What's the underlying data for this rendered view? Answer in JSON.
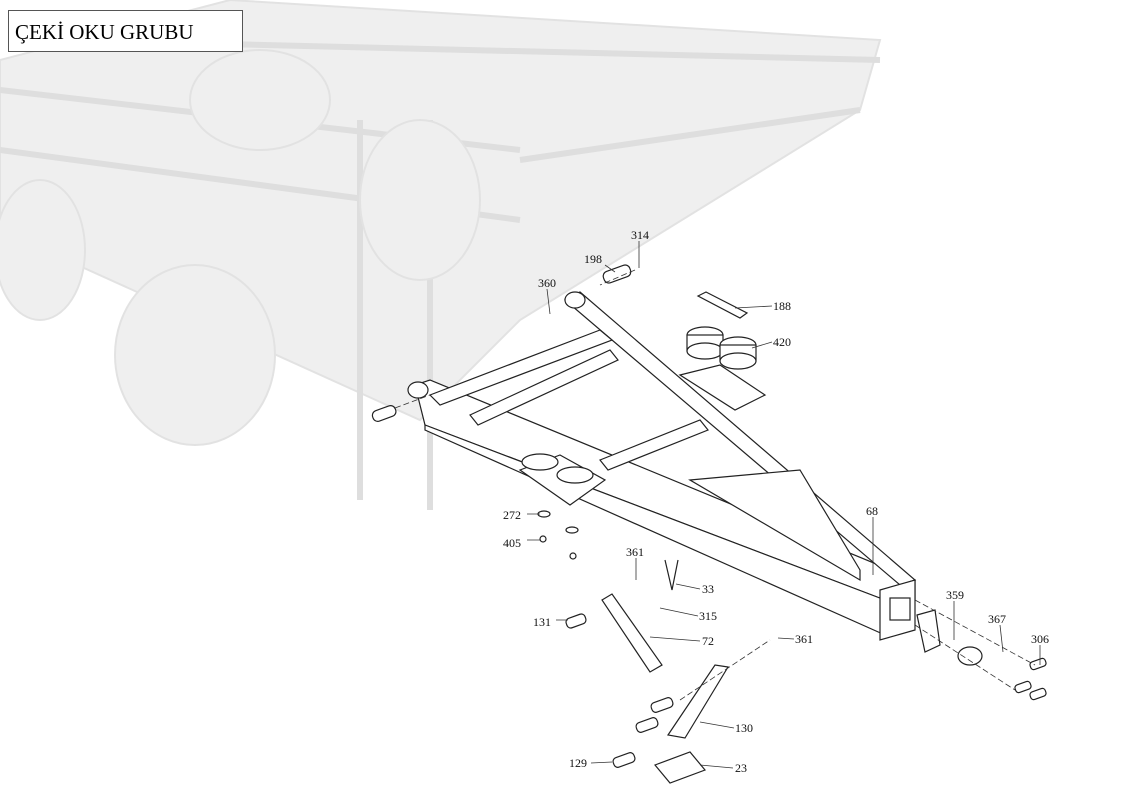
{
  "title": "ÇEKİ OKU GRUBU",
  "callouts": {
    "p314": "314",
    "p198": "198",
    "p360": "360",
    "p188": "188",
    "p420": "420",
    "p68": "68",
    "p272": "272",
    "p405": "405",
    "p361a": "361",
    "p33": "33",
    "p315": "315",
    "p131": "131",
    "p72": "72",
    "p361b": "361",
    "p359": "359",
    "p367": "367",
    "p306": "306",
    "p130": "130",
    "p129": "129",
    "p23": "23"
  }
}
